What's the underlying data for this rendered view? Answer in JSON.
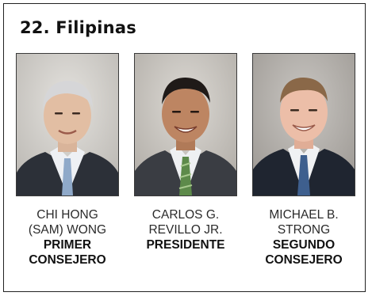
{
  "title": "22. Filipinas",
  "leaders": [
    {
      "name": "CHI HONG\n(SAM) WONG",
      "role": "PRIMER\nCONSEJERO",
      "photo": "portrait-photo"
    },
    {
      "name": "CARLOS G.\nREVILLO JR.",
      "role": "PRESIDENTE",
      "photo": "portrait-photo"
    },
    {
      "name": "MICHAEL B.\nSTRONG",
      "role": "SEGUNDO\nCONSEJERO",
      "photo": "portrait-photo"
    }
  ],
  "colors": {
    "border": "#222222",
    "photo_background": "#d8d6d2",
    "suit_dark": "#2b2f36",
    "shirt": "#eef0f4"
  }
}
